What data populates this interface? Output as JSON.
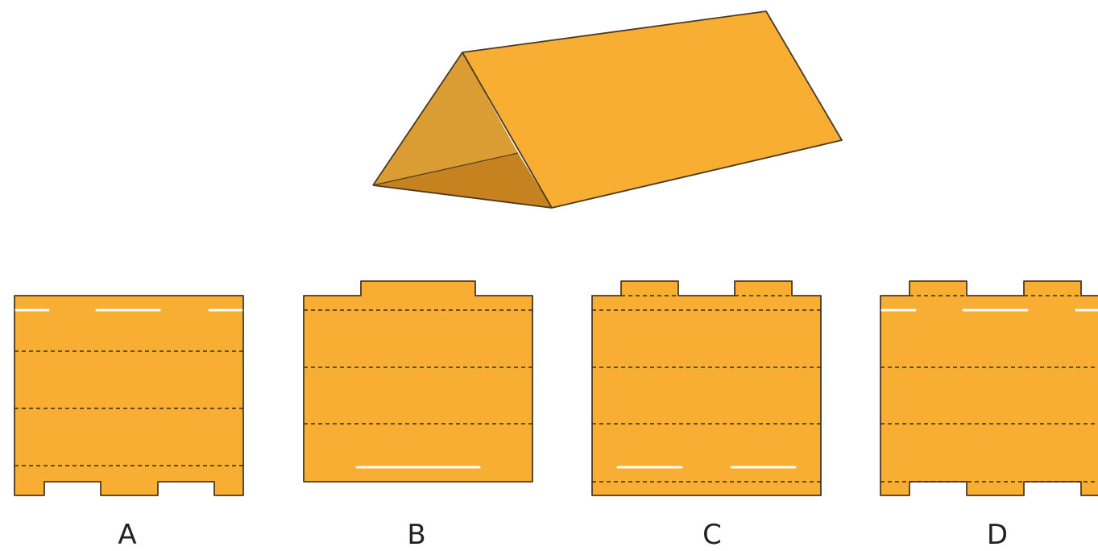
{
  "colors": {
    "paper": "#F7AE33",
    "paper_side": "#D99D33",
    "paper_inside": "#C6821F",
    "outline": "#4A3A22",
    "fold_line": "#3A2A14",
    "slit": "#FFFFFF"
  },
  "options": [
    {
      "letter": "A"
    },
    {
      "letter": "B"
    },
    {
      "letter": "C"
    },
    {
      "letter": "D"
    }
  ]
}
